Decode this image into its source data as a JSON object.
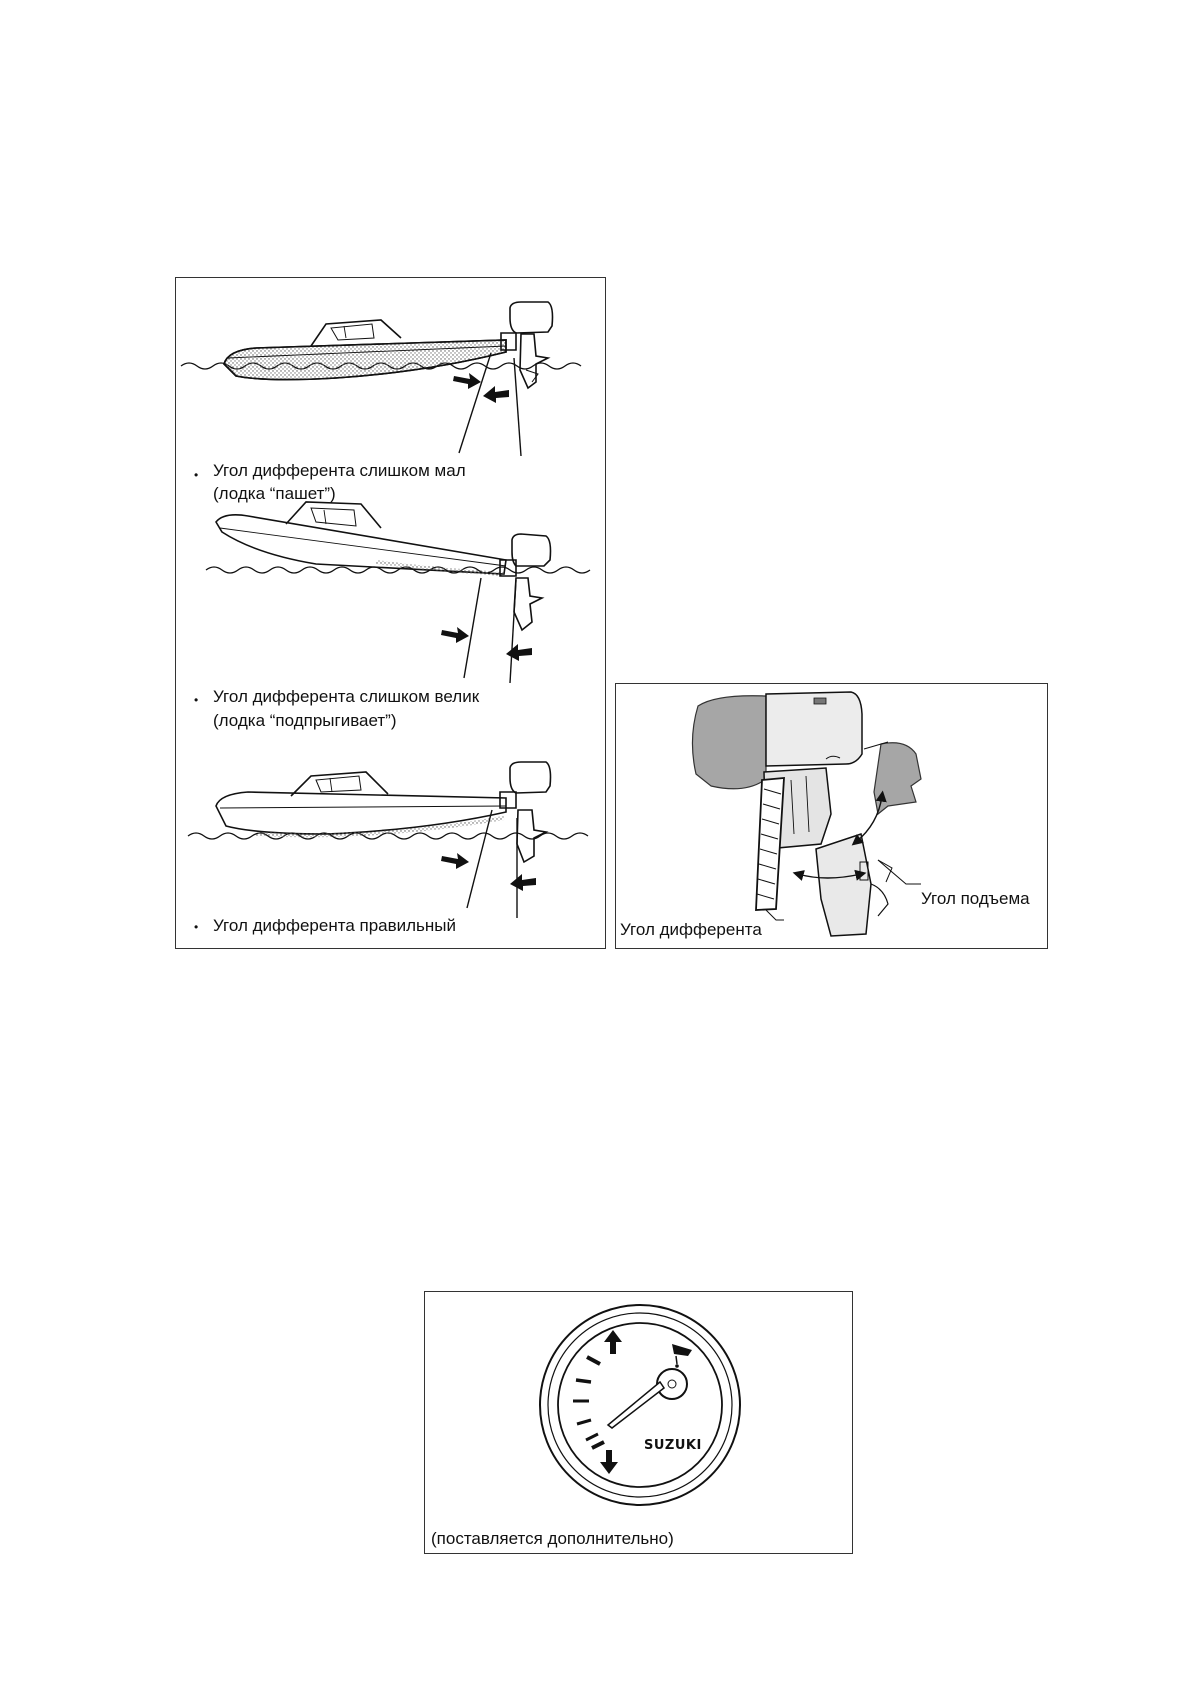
{
  "trim_examples": [
    {
      "bullet": "•",
      "line1": "Угол дифферента слишком мал",
      "line2": "(лодка “пашет”)"
    },
    {
      "bullet": "•",
      "line1": "Угол дифферента слишком велик",
      "line2": "(лодка “подпрыгивает”)"
    },
    {
      "bullet": "•",
      "line1": "Угол дифферента правильный",
      "line2": ""
    }
  ],
  "engine_angles": {
    "lift_angle_label": "Угол подъема",
    "trim_angle_label": "Угол дифферента"
  },
  "trim_gauge": {
    "brand_text": "SUZUKI",
    "caption": "(поставляется дополнительно)"
  }
}
